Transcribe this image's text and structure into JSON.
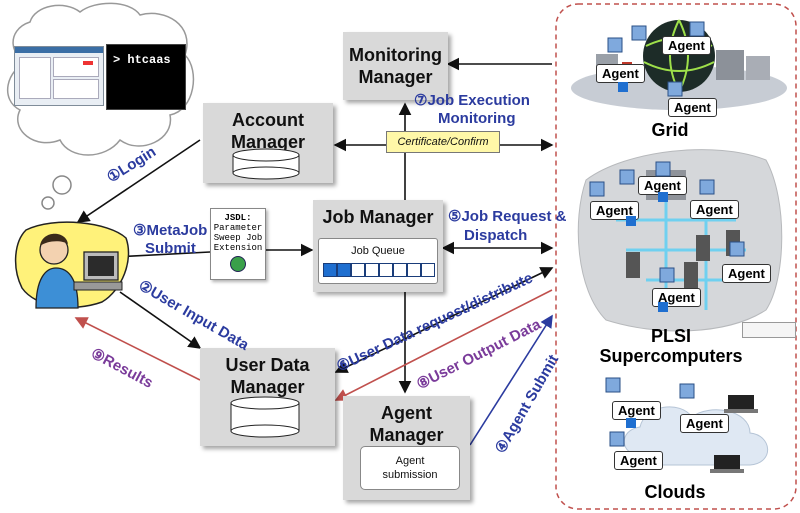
{
  "terminal": {
    "prompt": "> htcaas"
  },
  "boxes": {
    "monitoring": [
      "Monitoring",
      "Manager"
    ],
    "account": [
      "Account",
      "Manager"
    ],
    "job": "Job Manager",
    "job_queue": "Job Queue",
    "user_data": [
      "User Data",
      "Manager"
    ],
    "agent": [
      "Agent",
      "Manager"
    ],
    "agent_submission": [
      "Agent",
      "submission"
    ]
  },
  "jsdl": [
    "JSDL:",
    "Parameter",
    "Sweep Job",
    "Extension"
  ],
  "certificate": "Certificate/Confirm",
  "labels": {
    "login": "①Login",
    "user_input": "②User Input Data",
    "metajob": [
      "③MetaJob",
      "Submit"
    ],
    "agent_submit": "④Agent Submit",
    "job_request": [
      "⑤Job Request &",
      "Dispatch"
    ],
    "user_data_req": "⑥User Data request/distribute",
    "job_exec": [
      "⑦Job Execution",
      "Monitoring"
    ],
    "user_output": "⑧User Output Data",
    "results": "⑨Results"
  },
  "resources": {
    "grid": "Grid",
    "plsi": [
      "PLSI",
      "Supercomputers"
    ],
    "clouds": "Clouds",
    "agent_label": "Agent"
  },
  "colors": {
    "blue_text": "#2b3b9f",
    "purple_text": "#7a3b9a",
    "arrow_red": "#c0504d",
    "queue_fill": "#1f6fd0"
  }
}
